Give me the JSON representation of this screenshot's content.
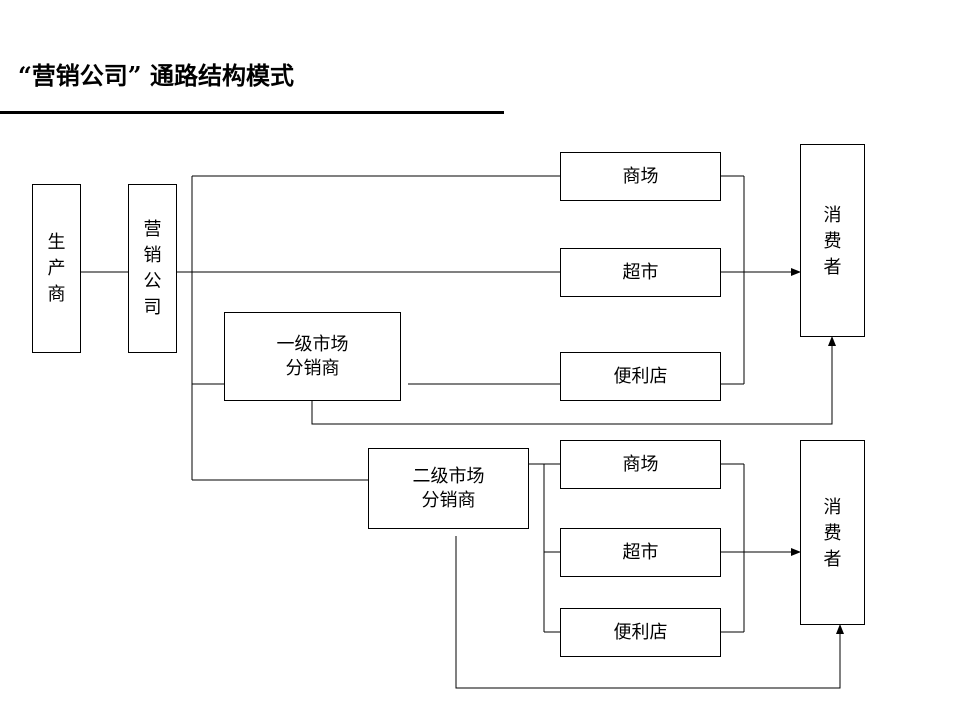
{
  "slide": {
    "title": "“营销公司” 通路结构模式"
  },
  "nodes": {
    "producer": "生产商",
    "marketing_company": "营销公司",
    "consumer_1": "消费者",
    "consumer_2": "消费者",
    "dist_level1": "一级市场\n分销商",
    "dist_level2": "二级市场\n分销商",
    "retail_group_1": {
      "mall": "商场",
      "supermarket": "超市",
      "convenience_store": "便利店"
    },
    "retail_group_2": {
      "mall": "商场",
      "supermarket": "超市",
      "convenience_store": "便利店"
    }
  }
}
